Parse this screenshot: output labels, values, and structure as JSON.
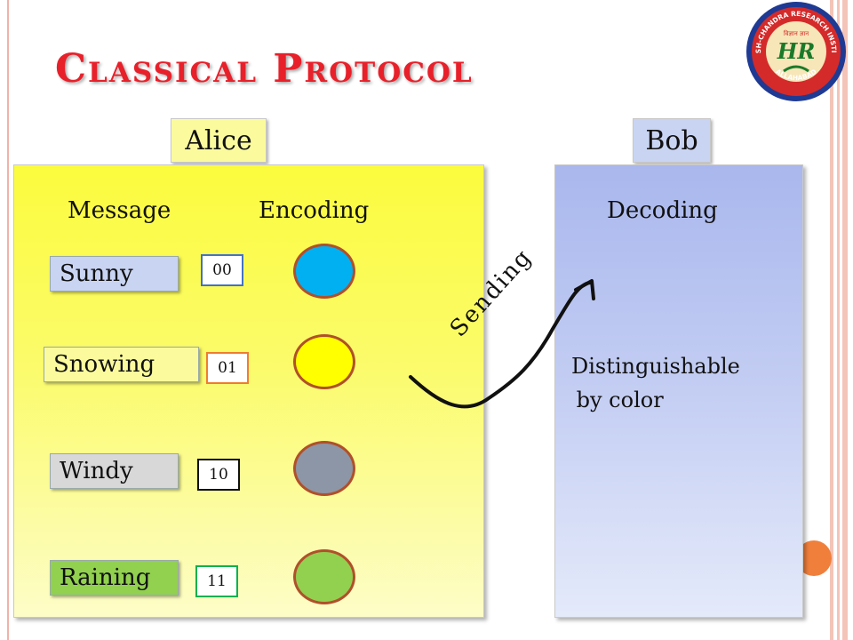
{
  "title": "Classical Protocol",
  "logo": {
    "text_top": "HARISH-CHANDRA RESEARCH INSTITUTE",
    "text_bottom": "ALLAHABAD",
    "inner_text": "विज्ञान ज्ञान",
    "monogram": "HR"
  },
  "alice": {
    "label": "Alice",
    "headers": {
      "message": "Message",
      "encoding": "Encoding"
    },
    "rows": [
      {
        "message": "Sunny",
        "code": "00",
        "color": "#00b0f0",
        "code_border": "#4472c4",
        "box_bg": "#c9d4f3"
      },
      {
        "message": "Snowing",
        "code": "01",
        "color": "#ffff00",
        "code_border": "#ed7d31",
        "box_bg": "#fbfb9e"
      },
      {
        "message": "Windy",
        "code": "10",
        "color": "#8c96a6",
        "code_border": "#111111",
        "box_bg": "#d8d8d8"
      },
      {
        "message": "Raining",
        "code": "11",
        "color": "#92d050",
        "code_border": "#00b050",
        "box_bg": "#92d050"
      }
    ]
  },
  "bob": {
    "label": "Bob",
    "header": "Decoding",
    "text_line1": "Distinguishable",
    "text_line2": " by color"
  },
  "sending_label": "Sending",
  "accent_color": "#e8202a"
}
